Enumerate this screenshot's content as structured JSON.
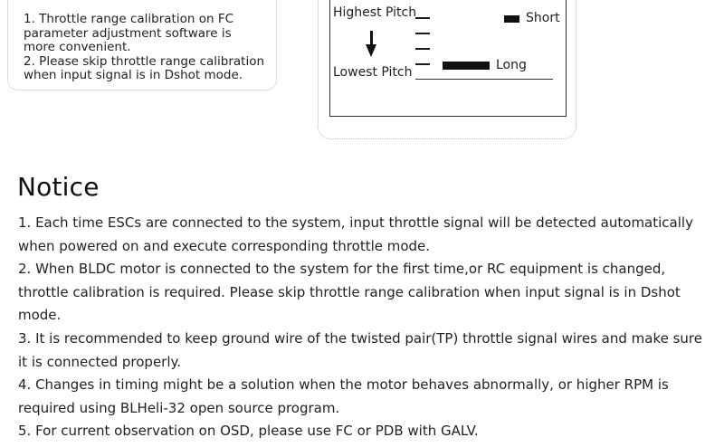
{
  "left_box": {
    "lines": [
      "1. Throttle range calibration on FC",
      "parameter adjustment software is",
      "more convenient.",
      "2. Please skip throttle range calibration",
      "when input signal is in Dshot mode."
    ]
  },
  "chart_data": {
    "type": "diagram",
    "ylabel_top": "Highest Pitch",
    "ylabel_bottom": "Lowest Pitch",
    "series": [
      {
        "name": "Short",
        "bar_ratio": 0.25
      },
      {
        "name": "Long",
        "bar_ratio": 1.0
      }
    ],
    "tick_count": 5,
    "colors": {
      "bar": "#111111",
      "frame": "#333333"
    }
  },
  "notice": {
    "title": "Notice",
    "lines": [
      "1. Each time ESCs are connected to the system, input throttle signal will be detected automatically",
      "when powered on and execute corresponding throttle mode.",
      "2. When BLDC motor is connected to the system for the first time,or RC equipment is changed,",
      "throttle calibration is required. Please skip throttle range calibration when input signal is in Dshot",
      "mode.",
      "3. It is recommended to keep ground wire of the twisted pair(TP) throttle signal wires and make sure",
      "it is connected properly.",
      "4. Changes in timing might be a solution when the motor behaves abnormally, or higher RPM is",
      "required using BLHeli-32 open source program.",
      "5. For current observation on OSD, please use FC or PDB with GALV."
    ]
  }
}
